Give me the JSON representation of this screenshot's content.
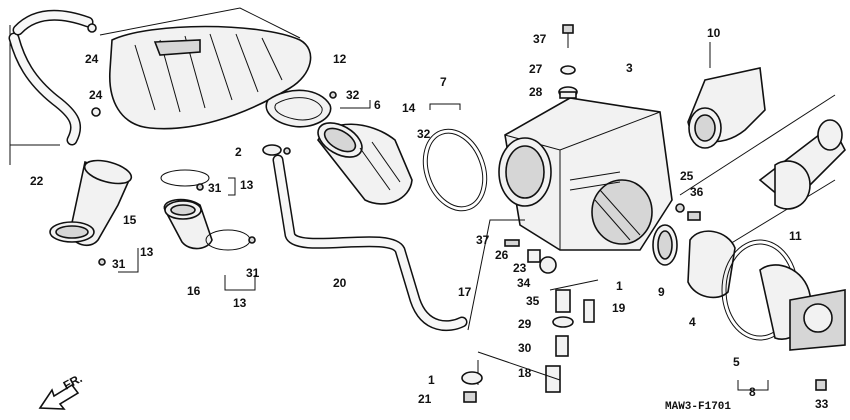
{
  "diagram": {
    "drawing_code": "MAW3-F1701",
    "direction": "FR.",
    "part_labels": [
      "1",
      "1",
      "2",
      "3",
      "4",
      "5",
      "6",
      "7",
      "8",
      "9",
      "10",
      "11",
      "12",
      "13",
      "13",
      "13",
      "14",
      "15",
      "16",
      "17",
      "18",
      "19",
      "20",
      "21",
      "22",
      "23",
      "24",
      "24",
      "25",
      "26",
      "27",
      "28",
      "29",
      "30",
      "31",
      "31",
      "31",
      "32",
      "32",
      "33",
      "34",
      "35",
      "36",
      "37",
      "37"
    ]
  }
}
